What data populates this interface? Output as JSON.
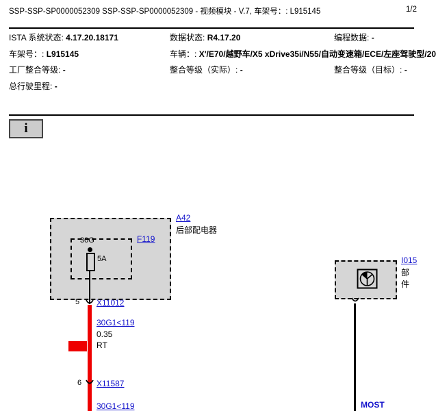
{
  "header": {
    "title": "SSP-SSP-SP0000052309 SSP-SSP-SP0000052309 - 视频模块 - V.7, 车架号：: L915145",
    "page": "1/2"
  },
  "info": {
    "r1c1": {
      "label": "ISTA 系统状态:",
      "value": "4.17.20.18171"
    },
    "r1c2": {
      "label": "数据状态:",
      "value": "R4.17.20"
    },
    "r1c3": {
      "label": "编程数据:",
      "value": "-"
    },
    "r2c1": {
      "label": "车架号：:",
      "value": "L915145"
    },
    "r2c2": {
      "label": "车辆：:",
      "value": "X'/E70/越野车/X5 xDrive35i/N55/自动变速箱/ECE/左座驾驶型/20"
    },
    "r3c1": {
      "label": "工厂整合等级:",
      "value": "-"
    },
    "r3c2": {
      "label": "整合等级（实际）:",
      "value": "-"
    },
    "r3c3": {
      "label": "整合等级（目标）:",
      "value": "-"
    },
    "r4c1": {
      "label": "总行驶里程:",
      "value": "-"
    }
  },
  "toolbar": {
    "info_label": "i"
  },
  "diagram": {
    "a42": {
      "id": "A42",
      "name": "后部配电器"
    },
    "fuse": {
      "id": "F119",
      "terminal": "30G",
      "rating": "5A"
    },
    "pin5": {
      "pin": "5",
      "connector": "X11012"
    },
    "wire1": {
      "label": "30G1<119",
      "gauge": "0.35",
      "color_code": "RT"
    },
    "pin6": {
      "pin": "6",
      "connector": "X11587"
    },
    "wire2": {
      "label": "30G1<119"
    },
    "component": {
      "id": "I015",
      "name": "部件"
    },
    "bus": {
      "label": "MOST"
    }
  },
  "colors": {
    "link_blue": "#1414cc",
    "wire_red": "#ee0000",
    "wire_black": "#000000",
    "box_fill": "#d6d6d6"
  }
}
